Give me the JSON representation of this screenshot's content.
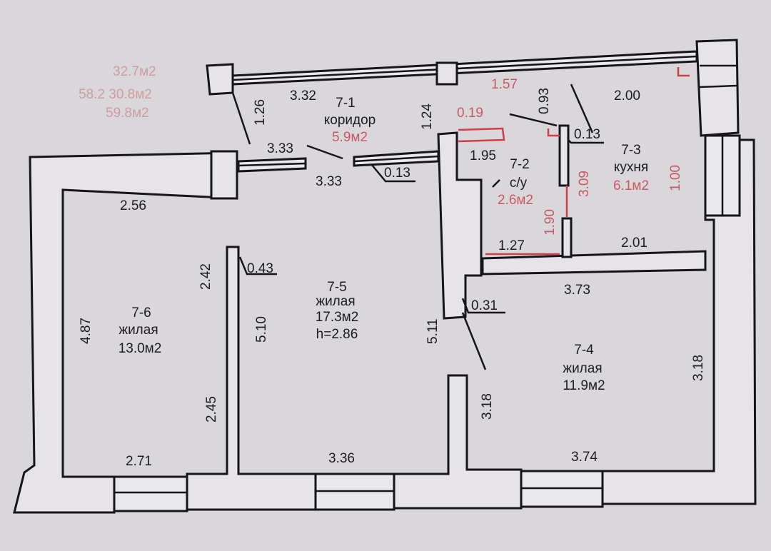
{
  "rooms": {
    "corridor": {
      "id": "7-1",
      "name": "коридор",
      "area": "5.9м2"
    },
    "bathroom": {
      "id": "7-2",
      "name": "с/у",
      "area": "2.6м2"
    },
    "kitchen": {
      "id": "7-3",
      "name": "кухня",
      "area": "6.1м2"
    },
    "room74": {
      "id": "7-4",
      "name": "жилая",
      "area": "11.9м2"
    },
    "room75": {
      "id": "7-5",
      "name": "жилая",
      "area": "17.3м2",
      "height": "h=2.86"
    },
    "room76": {
      "id": "7-6",
      "name": "жилая",
      "area": "13.0м2"
    }
  },
  "dimensions": {
    "d_3_32": "3.32",
    "d_1_26": "1.26",
    "d_1_24": "1.24",
    "d_3_33_a": "3.33",
    "d_3_33_b": "3.33",
    "d_0_13_a": "0.13",
    "d_1_95": "1.95",
    "d_0_93": "0.93",
    "d_0_13_b": "0.13",
    "d_2_00": "2.00",
    "d_2_56": "2.56",
    "d_2_42": "2.42",
    "d_0_43": "0.43",
    "d_4_87": "4.87",
    "d_5_10": "5.10",
    "d_2_45": "2.45",
    "d_2_71": "2.71",
    "d_3_36": "3.36",
    "d_5_11": "5.11",
    "d_1_27": "1.27",
    "d_2_01": "2.01",
    "d_3_73": "3.73",
    "d_0_31": "0.31",
    "d_3_18_a": "3.18",
    "d_3_18_b": "3.18",
    "d_3_74": "3.74"
  },
  "red_dimensions": {
    "r_0_19": "0.19",
    "r_1_57": "1.57",
    "r_3_09": "3.09",
    "r_1_90": "1.90",
    "r_1_00": "1.00"
  },
  "faint_notes": [
    "32.7м2",
    "58.2 30.8м2",
    "59.8м2"
  ],
  "colors": {
    "paper": "#d9d7d9",
    "ink": "#15151a",
    "red_ink": "#cf3e4a"
  }
}
